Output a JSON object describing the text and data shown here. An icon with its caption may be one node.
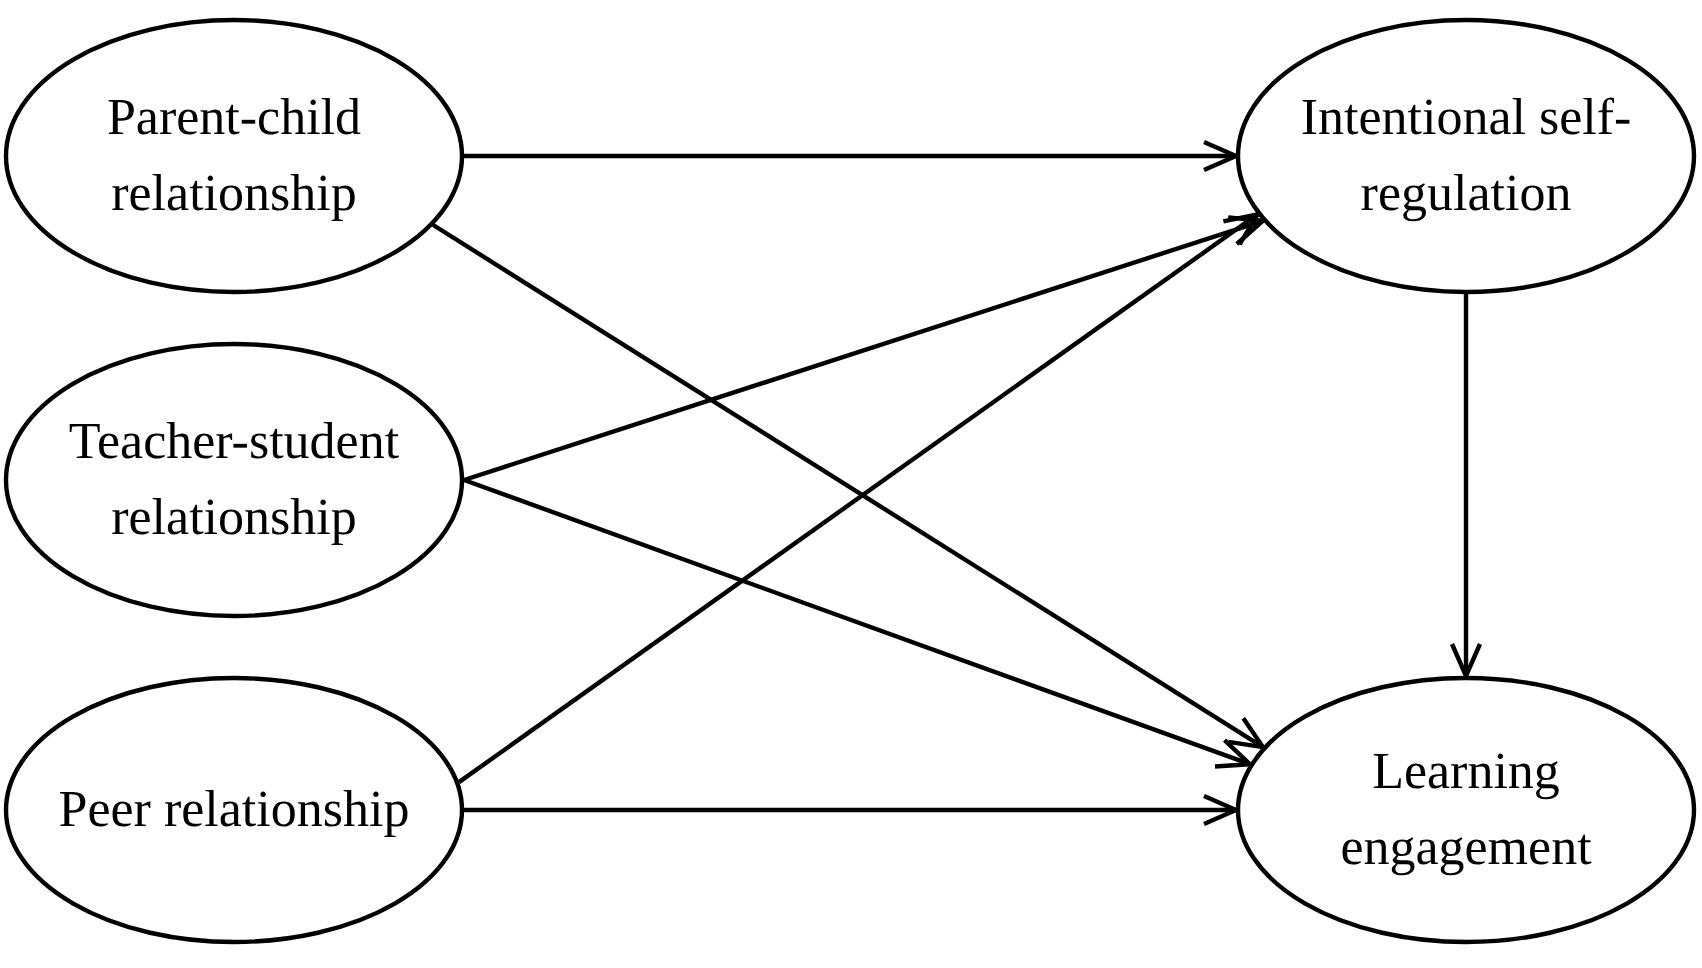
{
  "diagram": {
    "nodes": [
      {
        "text": [
          "Parent-child relationship"
        ]
      },
      {
        "text": [
          "Teacher-student relationship"
        ]
      },
      {
        "text": [
          "Peer relationship"
        ]
      },
      {
        "text": [
          "Intentional self-regulation"
        ]
      },
      {
        "text": [
          "Learning engagement"
        ]
      }
    ],
    "edges": [
      {
        "from": 0,
        "to": 3,
        "arrow": "to"
      },
      {
        "from": 0,
        "to": 4,
        "arrow": "to"
      },
      {
        "from": 1,
        "to": 3,
        "arrow": "to"
      },
      {
        "from": 1,
        "to": 4,
        "arrow": "to"
      },
      {
        "from": 2,
        "to": 3,
        "arrow": "to"
      },
      {
        "from": 2,
        "to": 4,
        "arrow": "to"
      },
      {
        "from": 3,
        "to": 4,
        "arrow": "to"
      }
    ]
  }
}
